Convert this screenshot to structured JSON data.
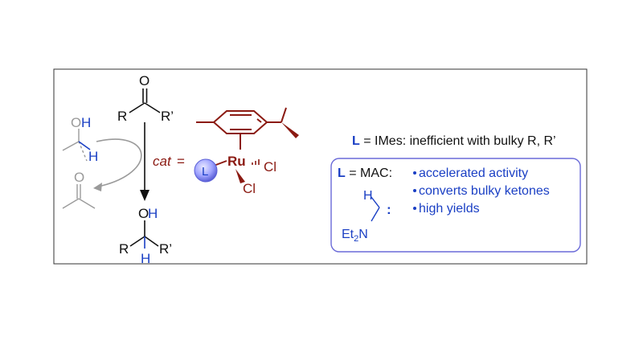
{
  "scheme": {
    "substrate": {
      "o": "O",
      "r": "R",
      "r_prime": "R’"
    },
    "product": {
      "o": "O",
      "h_on_o": "H",
      "h_on_c": "H",
      "r": "R",
      "r_prime": "R’"
    },
    "hydrogen_donor": {
      "o": "O",
      "h_on_o": "H",
      "h_on_c": "H"
    },
    "acetone": {
      "o": "O"
    },
    "catalyst": {
      "label": "cat",
      "equals": "=",
      "metal": "Ru",
      "cl_top": "Cl",
      "cl_bottom": "Cl",
      "ligand_bubble": "L"
    },
    "statement_imes": {
      "ligand": "L",
      "text": " = IMes: inefficient with bulky R, R’"
    },
    "mac_box": {
      "ligand": "L",
      "text": " = MAC:",
      "bullets": [
        "accelerated activity",
        "converts bulky ketones",
        "high yields"
      ],
      "carbene": {
        "h": "H",
        "amine": "Et",
        "amine_sub": "2",
        "n": "N",
        "lone_pair": ":"
      }
    }
  },
  "colors": {
    "blue": "#1a3fc4",
    "ruthenium_red": "#8b1a12",
    "gray": "#9a9a9a",
    "black": "#111111",
    "box_border": "#6a6ad8"
  }
}
